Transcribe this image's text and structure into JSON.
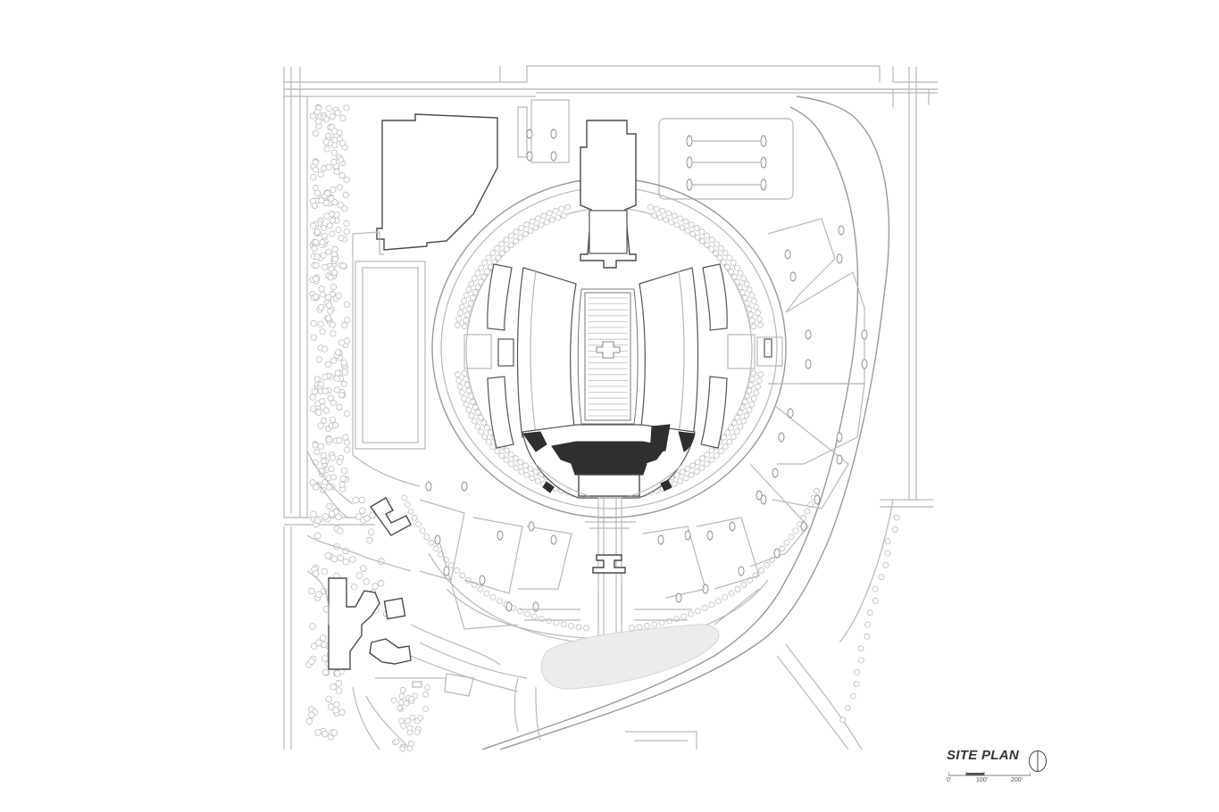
{
  "title": "SITE PLAN",
  "scale": {
    "labels": [
      "0'",
      "100'",
      "200'"
    ]
  },
  "icons": {
    "north_arrow": "north-arrow-icon"
  },
  "colors": {
    "linework": "#b8b8b8",
    "building_outline": "#4a4a4a",
    "dark_fill": "#2f2f2f",
    "pond": "#ececec"
  }
}
